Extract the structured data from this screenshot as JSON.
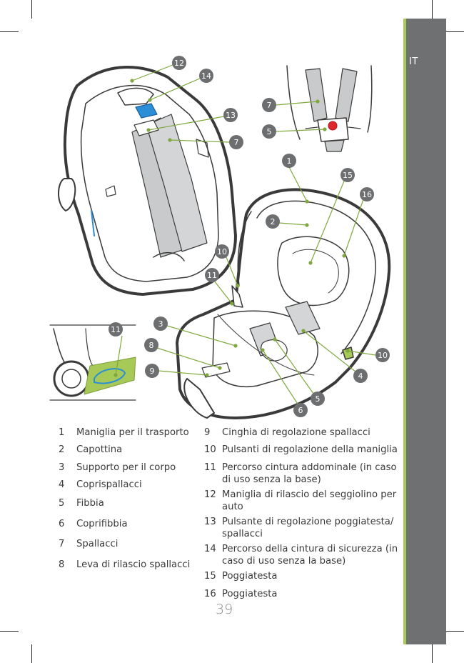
{
  "language_tab": "IT",
  "page_number": "39",
  "callouts": [
    "12",
    "14",
    "13",
    "7",
    "7",
    "5",
    "1",
    "15",
    "16",
    "2",
    "10",
    "11",
    "11",
    "3",
    "8",
    "9",
    "10",
    "4",
    "5",
    "6"
  ],
  "legend_left": [
    {
      "num": "1",
      "text": "Maniglia per il trasporto"
    },
    {
      "num": "2",
      "text": "Capottina"
    },
    {
      "num": "3",
      "text": "Supporto per il corpo"
    },
    {
      "num": "4",
      "text": "Coprispallacci"
    },
    {
      "num": "5",
      "text": "Fibbia"
    },
    {
      "num": "6",
      "text": "Coprifibbia"
    },
    {
      "num": "7",
      "text": "Spallacci"
    },
    {
      "num": "8",
      "text": "Leva di rilascio spallacci"
    }
  ],
  "legend_right": [
    {
      "num": "9",
      "lines": [
        "Cinghia di regolazione spallacci"
      ]
    },
    {
      "num": "10",
      "lines": [
        "Pulsanti di regolazione della maniglia"
      ]
    },
    {
      "num": "11",
      "lines": [
        "Percorso cintura addominale (in caso",
        "di uso senza la base)"
      ]
    },
    {
      "num": "12",
      "lines": [
        "Maniglia di rilascio del seggiolino per",
        "auto"
      ]
    },
    {
      "num": "13",
      "lines": [
        "Pulsante di regolazione poggiatesta/",
        "spallacci"
      ]
    },
    {
      "num": "14",
      "lines": [
        "Percorso della cintura di sicurezza (in",
        "caso di uso senza la base)"
      ]
    },
    {
      "num": "15",
      "lines": [
        "Poggiatesta"
      ]
    },
    {
      "num": "16",
      "lines": [
        "Poggiatesta"
      ]
    }
  ],
  "colors": {
    "sidebar": "#6f7072",
    "accent_green": "#a7c957",
    "callout": "#6d6e70",
    "blue_button": "#2a8fd6",
    "buckle_red": "#e0282b"
  }
}
